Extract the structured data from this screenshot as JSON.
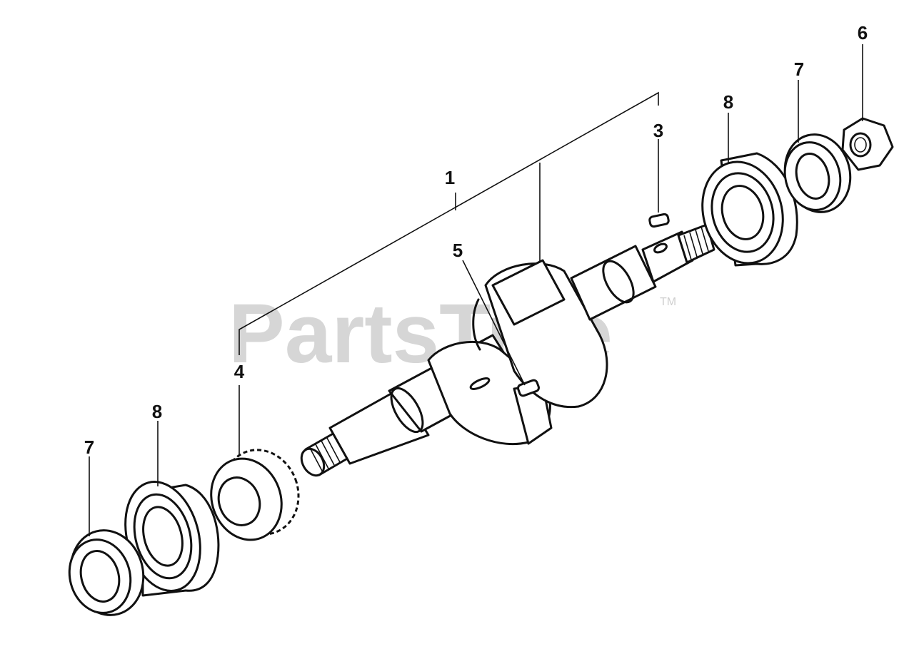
{
  "watermark": {
    "text": "PartsTree",
    "trademark": "TM"
  },
  "callouts": [
    {
      "id": "callout-1",
      "text": "1"
    },
    {
      "id": "callout-3",
      "text": "3"
    },
    {
      "id": "callout-4",
      "text": "4"
    },
    {
      "id": "callout-5",
      "text": "5"
    },
    {
      "id": "callout-6",
      "text": "6"
    },
    {
      "id": "callout-7a",
      "text": "7"
    },
    {
      "id": "callout-8a",
      "text": "8"
    },
    {
      "id": "callout-7b",
      "text": "7"
    },
    {
      "id": "callout-8b",
      "text": "8"
    }
  ]
}
